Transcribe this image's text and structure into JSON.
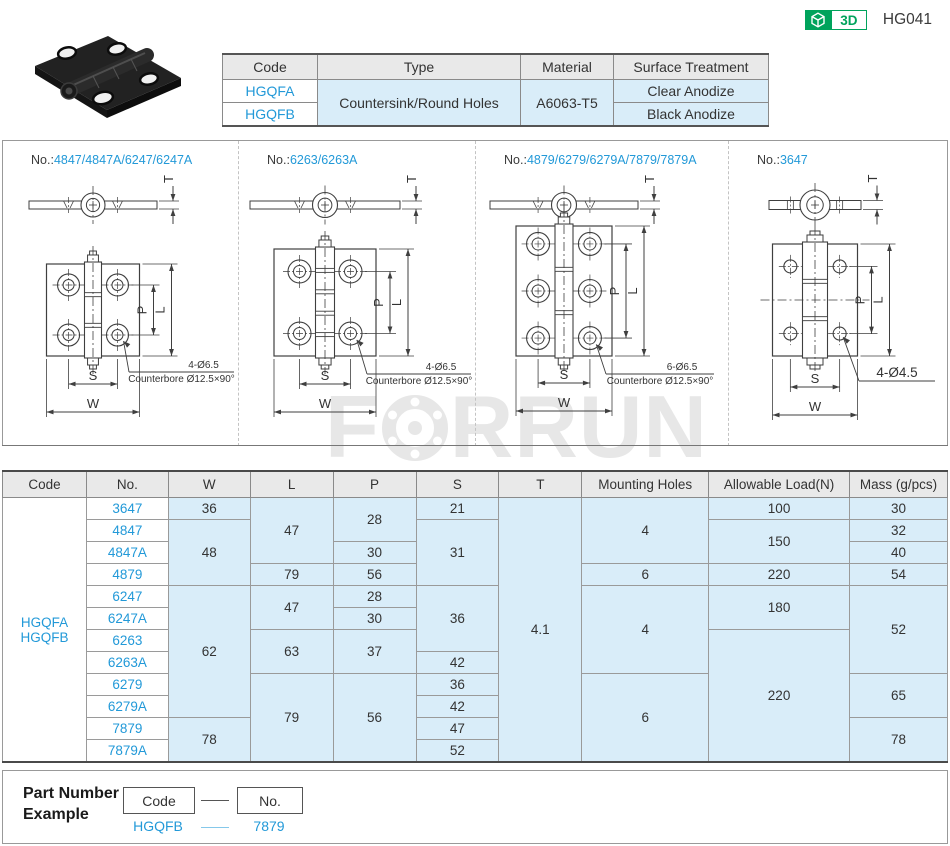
{
  "header": {
    "badge_3d": "3D",
    "product_code": "HG041"
  },
  "colors": {
    "accent_blue": "#2299d8",
    "cell_blue_bg": "#d9edf9",
    "header_gray": "#e9e9e9",
    "badge_green": "#00a35c",
    "watermark_gray": "#e7e7e7"
  },
  "spec_table": {
    "headers": [
      "Code",
      "Type",
      "Material",
      "Surface Treatment"
    ],
    "codes": [
      "HGQFA",
      "HGQFB"
    ],
    "type_value": "Countersink/Round Holes",
    "material_value": "A6063-T5",
    "surface_values": [
      "Clear Anodize",
      "Black Anodize"
    ]
  },
  "drawings": {
    "watermark_text": "FORRUN",
    "label_prefix": "No.:",
    "dim_labels": {
      "t": "T",
      "p": "P",
      "l": "L",
      "s": "S",
      "w": "W"
    },
    "panels": [
      {
        "numbers": "4847/4847A/6247/6247A",
        "callout_line1": "4-Ø6.5",
        "callout_line2": "Counterbore Ø12.5×90°"
      },
      {
        "numbers": "6263/6263A",
        "callout_line1": "4-Ø6.5",
        "callout_line2": "Counterbore Ø12.5×90°"
      },
      {
        "numbers": "4879/6279/6279A/7879/7879A",
        "callout_line1": "6-Ø6.5",
        "callout_line2": "Counterbore Ø12.5×90°"
      },
      {
        "numbers": "3647",
        "callout_line1": "4-Ø4.5",
        "callout_line2": ""
      }
    ]
  },
  "main_table": {
    "headers": [
      "Code",
      "No.",
      "W",
      "L",
      "P",
      "S",
      "T",
      "Mounting Holes",
      "Allowable Load(N)",
      "Mass (g/pcs)"
    ],
    "code_cell": {
      "lines": [
        "HGQFA",
        "HGQFB"
      ],
      "rowspan": 12
    },
    "rows": [
      {
        "no": "3647",
        "cells": [
          {
            "v": "36",
            "rs": 1
          },
          {
            "v": "47",
            "rs": 3
          },
          {
            "v": "28",
            "rs": 2
          },
          {
            "v": "21",
            "rs": 1
          },
          {
            "v": "4.1",
            "rs": 12
          },
          {
            "v": "4",
            "rs": 3
          },
          {
            "v": "100",
            "rs": 1
          },
          {
            "v": "30",
            "rs": 1
          }
        ]
      },
      {
        "no": "4847",
        "cells": [
          {
            "v": "48",
            "rs": 3
          },
          {
            "v": "31",
            "rs": 3
          },
          {
            "v": "150",
            "rs": 2
          },
          {
            "v": "32",
            "rs": 1
          }
        ]
      },
      {
        "no": "4847A",
        "cells": [
          {
            "v": "30",
            "rs": 1
          },
          {
            "v": "40",
            "rs": 1
          }
        ]
      },
      {
        "no": "4879",
        "cells": [
          {
            "v": "79",
            "rs": 1
          },
          {
            "v": "56",
            "rs": 1
          },
          {
            "v": "6",
            "rs": 1
          },
          {
            "v": "220",
            "rs": 1
          },
          {
            "v": "54",
            "rs": 1
          }
        ]
      },
      {
        "no": "6247",
        "cells": [
          {
            "v": "62",
            "rs": 6
          },
          {
            "v": "47",
            "rs": 2
          },
          {
            "v": "28",
            "rs": 1
          },
          {
            "v": "36",
            "rs": 3
          },
          {
            "v": "4",
            "rs": 4
          },
          {
            "v": "180",
            "rs": 2
          },
          {
            "v": "52",
            "rs": 4
          }
        ]
      },
      {
        "no": "6247A",
        "cells": [
          {
            "v": "30",
            "rs": 1
          }
        ]
      },
      {
        "no": "6263",
        "cells": [
          {
            "v": "63",
            "rs": 2
          },
          {
            "v": "37",
            "rs": 2
          },
          {
            "v": "220",
            "rs": 6
          }
        ]
      },
      {
        "no": "6263A",
        "cells": [
          {
            "v": "42",
            "rs": 1
          }
        ]
      },
      {
        "no": "6279",
        "cells": [
          {
            "v": "79",
            "rs": 4
          },
          {
            "v": "56",
            "rs": 4
          },
          {
            "v": "36",
            "rs": 1
          },
          {
            "v": "6",
            "rs": 4
          },
          {
            "v": "65",
            "rs": 2
          }
        ]
      },
      {
        "no": "6279A",
        "cells": [
          {
            "v": "42",
            "rs": 1
          }
        ]
      },
      {
        "no": "7879",
        "cells": [
          {
            "v": "78",
            "rs": 2
          },
          {
            "v": "47",
            "rs": 1
          },
          {
            "v": "78",
            "rs": 2
          }
        ]
      },
      {
        "no": "7879A",
        "cells": [
          {
            "v": "52",
            "rs": 1
          }
        ]
      }
    ]
  },
  "part_number_example": {
    "title_line1": "Part Number",
    "title_line2": "Example",
    "code_box_label": "Code",
    "no_box_label": "No.",
    "example_code": "HGQFB",
    "example_no": "7879"
  }
}
